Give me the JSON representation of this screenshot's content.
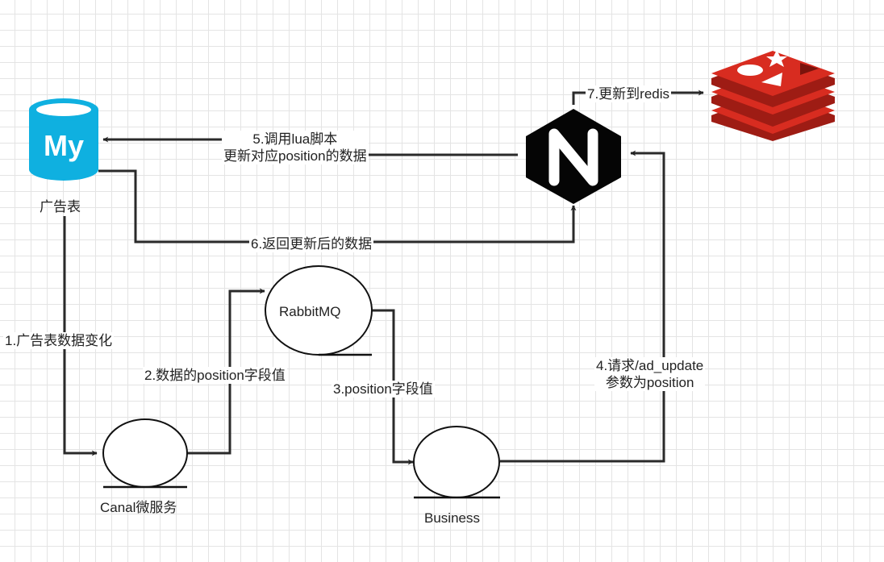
{
  "nodes": {
    "mysql": {
      "logo_text": "My",
      "label": "广告表",
      "icon": "mysql-database-icon",
      "color": "#0fb0e0"
    },
    "nginx": {
      "icon": "nginx-hexagon-icon",
      "logo_text": "N"
    },
    "redis": {
      "icon": "redis-stack-icon",
      "color": "#d82c20"
    },
    "rabbitmq": {
      "label": "RabbitMQ"
    },
    "canal": {
      "label": "Canal微服务"
    },
    "business": {
      "label": "Business"
    }
  },
  "edges": {
    "e1": {
      "label": "1.广告表数据变化"
    },
    "e2": {
      "label": "2.数据的position字段值"
    },
    "e3": {
      "label": "3.position字段值"
    },
    "e4": {
      "line1": "4.请求/ad_update",
      "line2": "参数为position"
    },
    "e5": {
      "line1": "5.调用lua脚本",
      "line2": "更新对应position的数据"
    },
    "e6": {
      "label": "6.返回更新后的数据"
    },
    "e7": {
      "label": "7.更新到redis"
    }
  }
}
